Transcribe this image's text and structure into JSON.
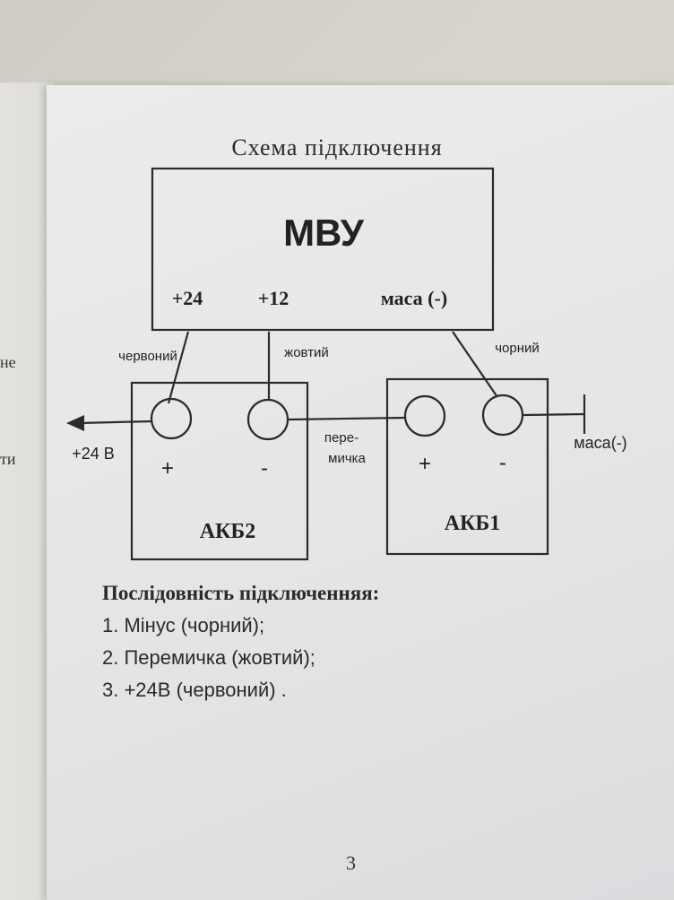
{
  "title": "Схема підключення",
  "mvu": {
    "name": "МВУ",
    "terminals": [
      "+24",
      "+12",
      "маса (-)"
    ]
  },
  "wires": {
    "red": "червоний",
    "yellow": "жовтий",
    "black": "чорний"
  },
  "jumper": [
    "пере-",
    "мичка"
  ],
  "output": "+24 В",
  "ground": "маса(-)",
  "batteries": {
    "akb2": {
      "name": "АКБ2",
      "plus": "+",
      "minus": "-"
    },
    "akb1": {
      "name": "АКБ1",
      "plus": "+",
      "minus": "-"
    }
  },
  "sequence": {
    "heading": "Послідовність підключенняя:",
    "steps": [
      "1. Мінус (чорний);",
      "2. Перемичка (жовтий);",
      "3. +24В (червоний) ."
    ]
  },
  "left_page_fragments": [
    "не",
    "ти"
  ],
  "page_number": "3"
}
